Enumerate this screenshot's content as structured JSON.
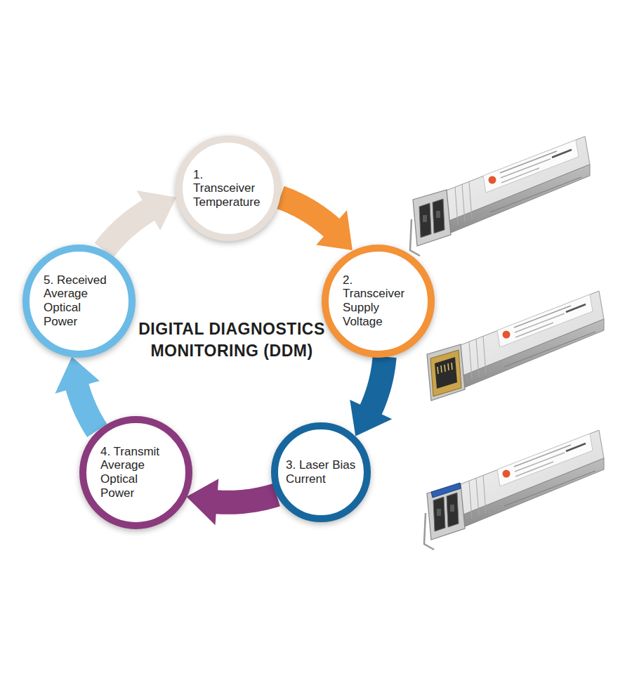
{
  "diagram": {
    "title": "DIGITAL DIAGNOSTICS MONITORING (DDM)",
    "nodes": [
      {
        "text": [
          "1. Transceiver Temperature"
        ]
      },
      {
        "text": [
          "2. Transceiver Supply Voltage"
        ]
      },
      {
        "text": [
          "3. Laser Bias Current"
        ]
      },
      {
        "text": [
          "4. Transmit Average Optical Power"
        ]
      },
      {
        "text": [
          "5. Received Average Optical Power"
        ]
      }
    ],
    "edges": [
      {
        "from": 0,
        "to": 1,
        "arrow": "to"
      },
      {
        "from": 1,
        "to": 2,
        "arrow": "to"
      },
      {
        "from": 2,
        "to": 3,
        "arrow": "to"
      },
      {
        "from": 3,
        "to": 4,
        "arrow": "to"
      },
      {
        "from": 4,
        "to": 0,
        "arrow": "to"
      }
    ]
  }
}
